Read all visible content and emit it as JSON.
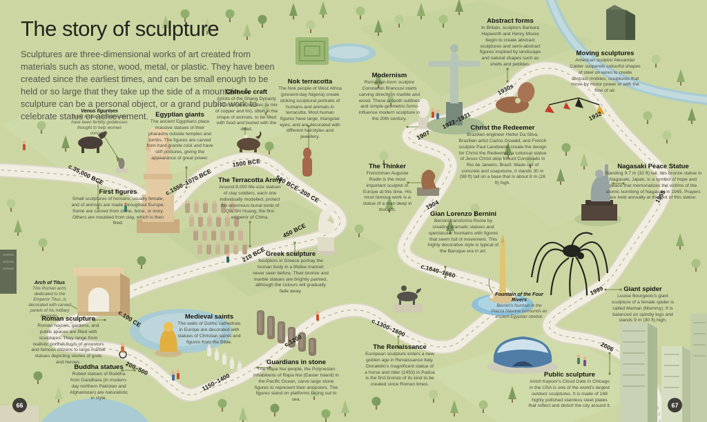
{
  "page": {
    "title": "The story of sculpture",
    "intro": "Sculptures are three-dimensional works of art created from materials such as stone, wood, metal, or plastic. They have been created since the earliest times, and can be small enough to be held or so large that they take up the side of a mountain. A sculpture can be a personal object, or a grand public work to celebrate status or achievement.",
    "page_number_left": "66",
    "page_number_right": "67"
  },
  "colors": {
    "background": "#cbd6a2",
    "road": "#f1eee1",
    "road_dash": "#b5b09d",
    "water": "#a9cbd3",
    "heading_text": "#14140f",
    "body_text": "#4a4a40",
    "connector": "#7a8a4d"
  },
  "entries": {
    "venus": {
      "heading": "Venus figurines",
      "body": "Small female statuettes may have been fertility goddesses thought to help women conceive."
    },
    "first_figures": {
      "heading": "First figures",
      "body": "Small sculptures of humans, usually female, and of animals are made throughout Europe. Some are carved from stone, bone, or ivory. Others are moulded from clay, which is then fired."
    },
    "egyptian_giants": {
      "heading": "Egyptian giants",
      "body": "The ancient Egyptians place massive statues of their pharaohs outside temples and tombs. The figures are carved from hard granite rock and have stiff postures, giving the appearance of great power."
    },
    "chinese_craft": {
      "heading": "Chinese craft",
      "body": "Artists of the Shang Dynasty in China make bronzes (a mix of copper and tin), often in the shape of animals, to be filled with food and buried with the dead."
    },
    "nok_terracotta": {
      "heading": "Nok terracotta",
      "body": "The Nok people of West Africa (present-day Nigeria) create striking sculptural portraits of humans and animals in terracotta. Most human figures have large, triangular eyes, and are decorated with different hairstyles and jewellery."
    },
    "terracotta_army": {
      "heading": "The Terracotta Army",
      "body": "Around 8,000 life-size statues of clay soldiers, each one individually modelled, protect the enormous burial tomb of Qin Shi Huang, the first emperor of China."
    },
    "greek_sculpture": {
      "heading": "Greek sculpture",
      "body": "Sculptors in Greece portray the human body in a lifelike manner never seen before. Their bronze and marble statues are brightly painted, although the colours will gradually fade away."
    },
    "modernism": {
      "heading": "Modernism",
      "body": "Romanian-born sculptor Constantin Brancusi starts carving directly in marble and wood. These smooth outlines and simple geometric forms influence modern sculpture in the 20th century."
    },
    "abstract_forms": {
      "heading": "Abstract forms",
      "body": "In Britain, sculptors Barbara Hepworth and Henry Moore begin to create abstract sculptures and semi-abstract figures inspired by landscape and natural shapes such as shells and pebbles."
    },
    "moving_sculptures": {
      "heading": "Moving sculptures",
      "body": "American sculptor Alexander Calder suspends colourful shapes of steel on wires to create abstract mobiles, sculptures that move by motor power or with the flow of air."
    },
    "christ_redeemer": {
      "heading": "Christ the Redeemer",
      "body": "Brazilian engineer Heitor Da Silva, Brazilian artist Carlos Oswald, and French sculptor Paul Landowski create the design for Christ the Redeemer, a colossal statue of Jesus Christ atop Mount Corcovado in Rio de Janeiro, Brazil. Made out of concrete and soapstone, it stands 30 m (98 ft) tall on a base that is about 8 m (26 ft) high."
    },
    "thinker": {
      "heading": "The Thinker",
      "body": "Frenchman Auguste Rodin is the most important sculptor in Europe at this time. His most famous work is a statue of a man deep in thought."
    },
    "nagasaki": {
      "heading": "Nagasaki Peace Statue",
      "body": "Standing 9.7 m (32 ft) tall, this bronze statue in Nagasaki, Japan, is a symbol of hope and peace that memorializes the victims of the atomic bombing of Nagasaki in 1945. Prayers are held annually at the foot of this statue."
    },
    "bernini": {
      "heading": "Gian Lorenzo Bernini",
      "body": "Bernini transforms Rome by creating dramatic statues and spectacular fountains with figures that seem full of movement. This highly decorative style is typical of the Baroque era in art."
    },
    "fountain_caption": {
      "heading": "Fountain of the Four Rivers",
      "body": "Bernini's fountain in the Piazza Navona surrounds an ancient Egyptian obelisk."
    },
    "giant_spider": {
      "heading": "Giant spider",
      "body": "Louise Bourgeois's giant sculpture of a female spider is called Maman (Mummy). It is balanced on spindly legs and stands 9 m (30 ft) high."
    },
    "arch_titus": {
      "heading": "Arch of Titus",
      "body": "This Roman arch, dedicated to the Emperor Titus, is decorated with carved panels of his military triumphs."
    },
    "roman_sculpture": {
      "heading": "Roman sculpture",
      "body": "Roman houses, gardens, and public spaces are filled with sculptures. They range from realistic portrait busts of ancestors and famous citizens to large marble statues depicting stories of gods and heroes."
    },
    "medieval_saints": {
      "heading": "Medieval saints",
      "body": "The walls of Gothic cathedrals in Europe are decorated with statues of Christian saints and figures from the Bible."
    },
    "buddha_statues": {
      "heading": "Buddha statues",
      "body": "Robed statues of Buddha from Gandhara (in modern-day northern Pakistan and Afghanistan) are naturalistic in style."
    },
    "guardians_stone": {
      "heading": "Guardians in stone",
      "body": "The Rapa Nui people, the Polynesian inhabitants of Rapa Nui (Easter Island) in the Pacific Ocean, carve large stone figures to represent their ancestors. The figures stand on platforms facing out to sea."
    },
    "renaissance": {
      "heading": "The Renaissance",
      "body": "European sculpture enters a new golden age in Renaissance Italy. Donatello's magnificent statue of a horse and rider (1453) in Padua is the first bronze of its kind to be created since Roman times."
    },
    "public_sculpture": {
      "heading": "Public sculpture",
      "body": "Anish Kapoor's Cloud Gate in Chicago in the USA is one of the world's largest outdoor sculptures. It is made of 168 highly polished stainless steel plates that reflect and distort the city around it."
    }
  },
  "dates": [
    {
      "label": "c.35,000 BCE"
    },
    {
      "label": "c.1550–1070 BCE"
    },
    {
      "label": "1500 BCE"
    },
    {
      "label": "500 BCE–200 CE"
    },
    {
      "label": "450 BCE"
    },
    {
      "label": "210 BCE"
    },
    {
      "label": "c.100 CE"
    },
    {
      "label": "200–500"
    },
    {
      "label": "1150–1400"
    },
    {
      "label": "c.1200"
    },
    {
      "label": "c.1300–1600"
    },
    {
      "label": "c.1640–1660"
    },
    {
      "label": "1904"
    },
    {
      "label": "1907"
    },
    {
      "label": "1922–1931"
    },
    {
      "label": "1930s"
    },
    {
      "label": "1932"
    },
    {
      "label": "1955"
    },
    {
      "label": "1999"
    },
    {
      "label": "2006"
    }
  ]
}
